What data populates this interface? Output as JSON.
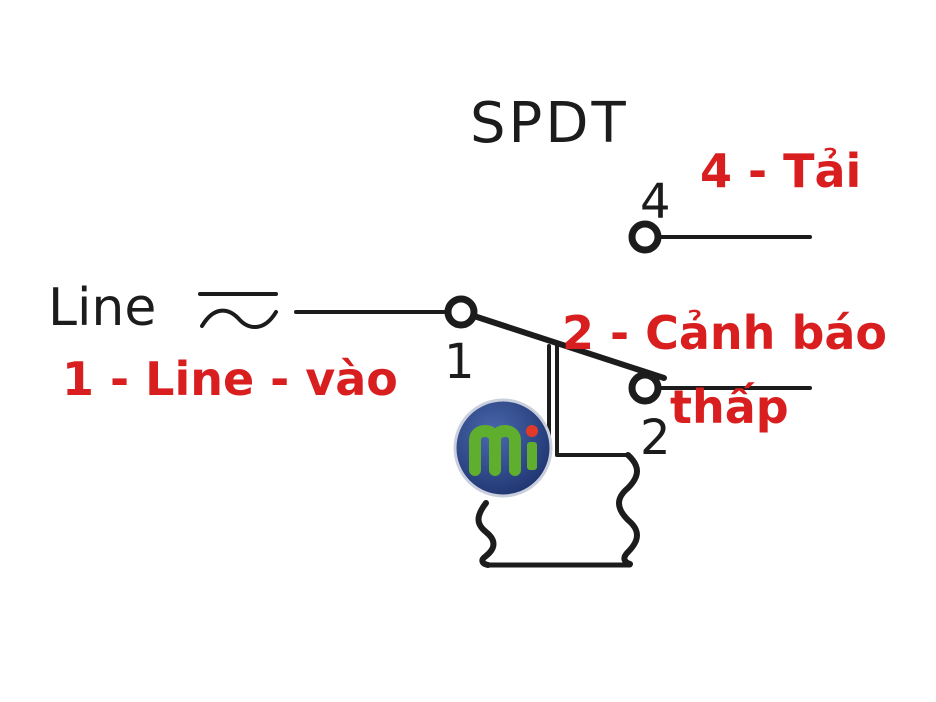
{
  "diagram": {
    "title": "SPDT",
    "line_label": "Line",
    "terminals": {
      "t1": "1",
      "t2": "2",
      "t4": "4"
    },
    "annotations": {
      "line_in": "1 - Line - vào",
      "load": "4 - Tải",
      "low_alarm_line1": "2 - Cảnh báo",
      "low_alarm_line2": "thấp"
    },
    "colors": {
      "wire": "#1c1c1c",
      "annotation": "#d81e1e",
      "logo_bg": "#2f4a8a",
      "logo_mark": "#5fae2e",
      "logo_dot": "#e23a2a"
    },
    "icons": {
      "ac_symbol": "ac-tilde-icon",
      "logo": "logo-m-icon"
    }
  }
}
